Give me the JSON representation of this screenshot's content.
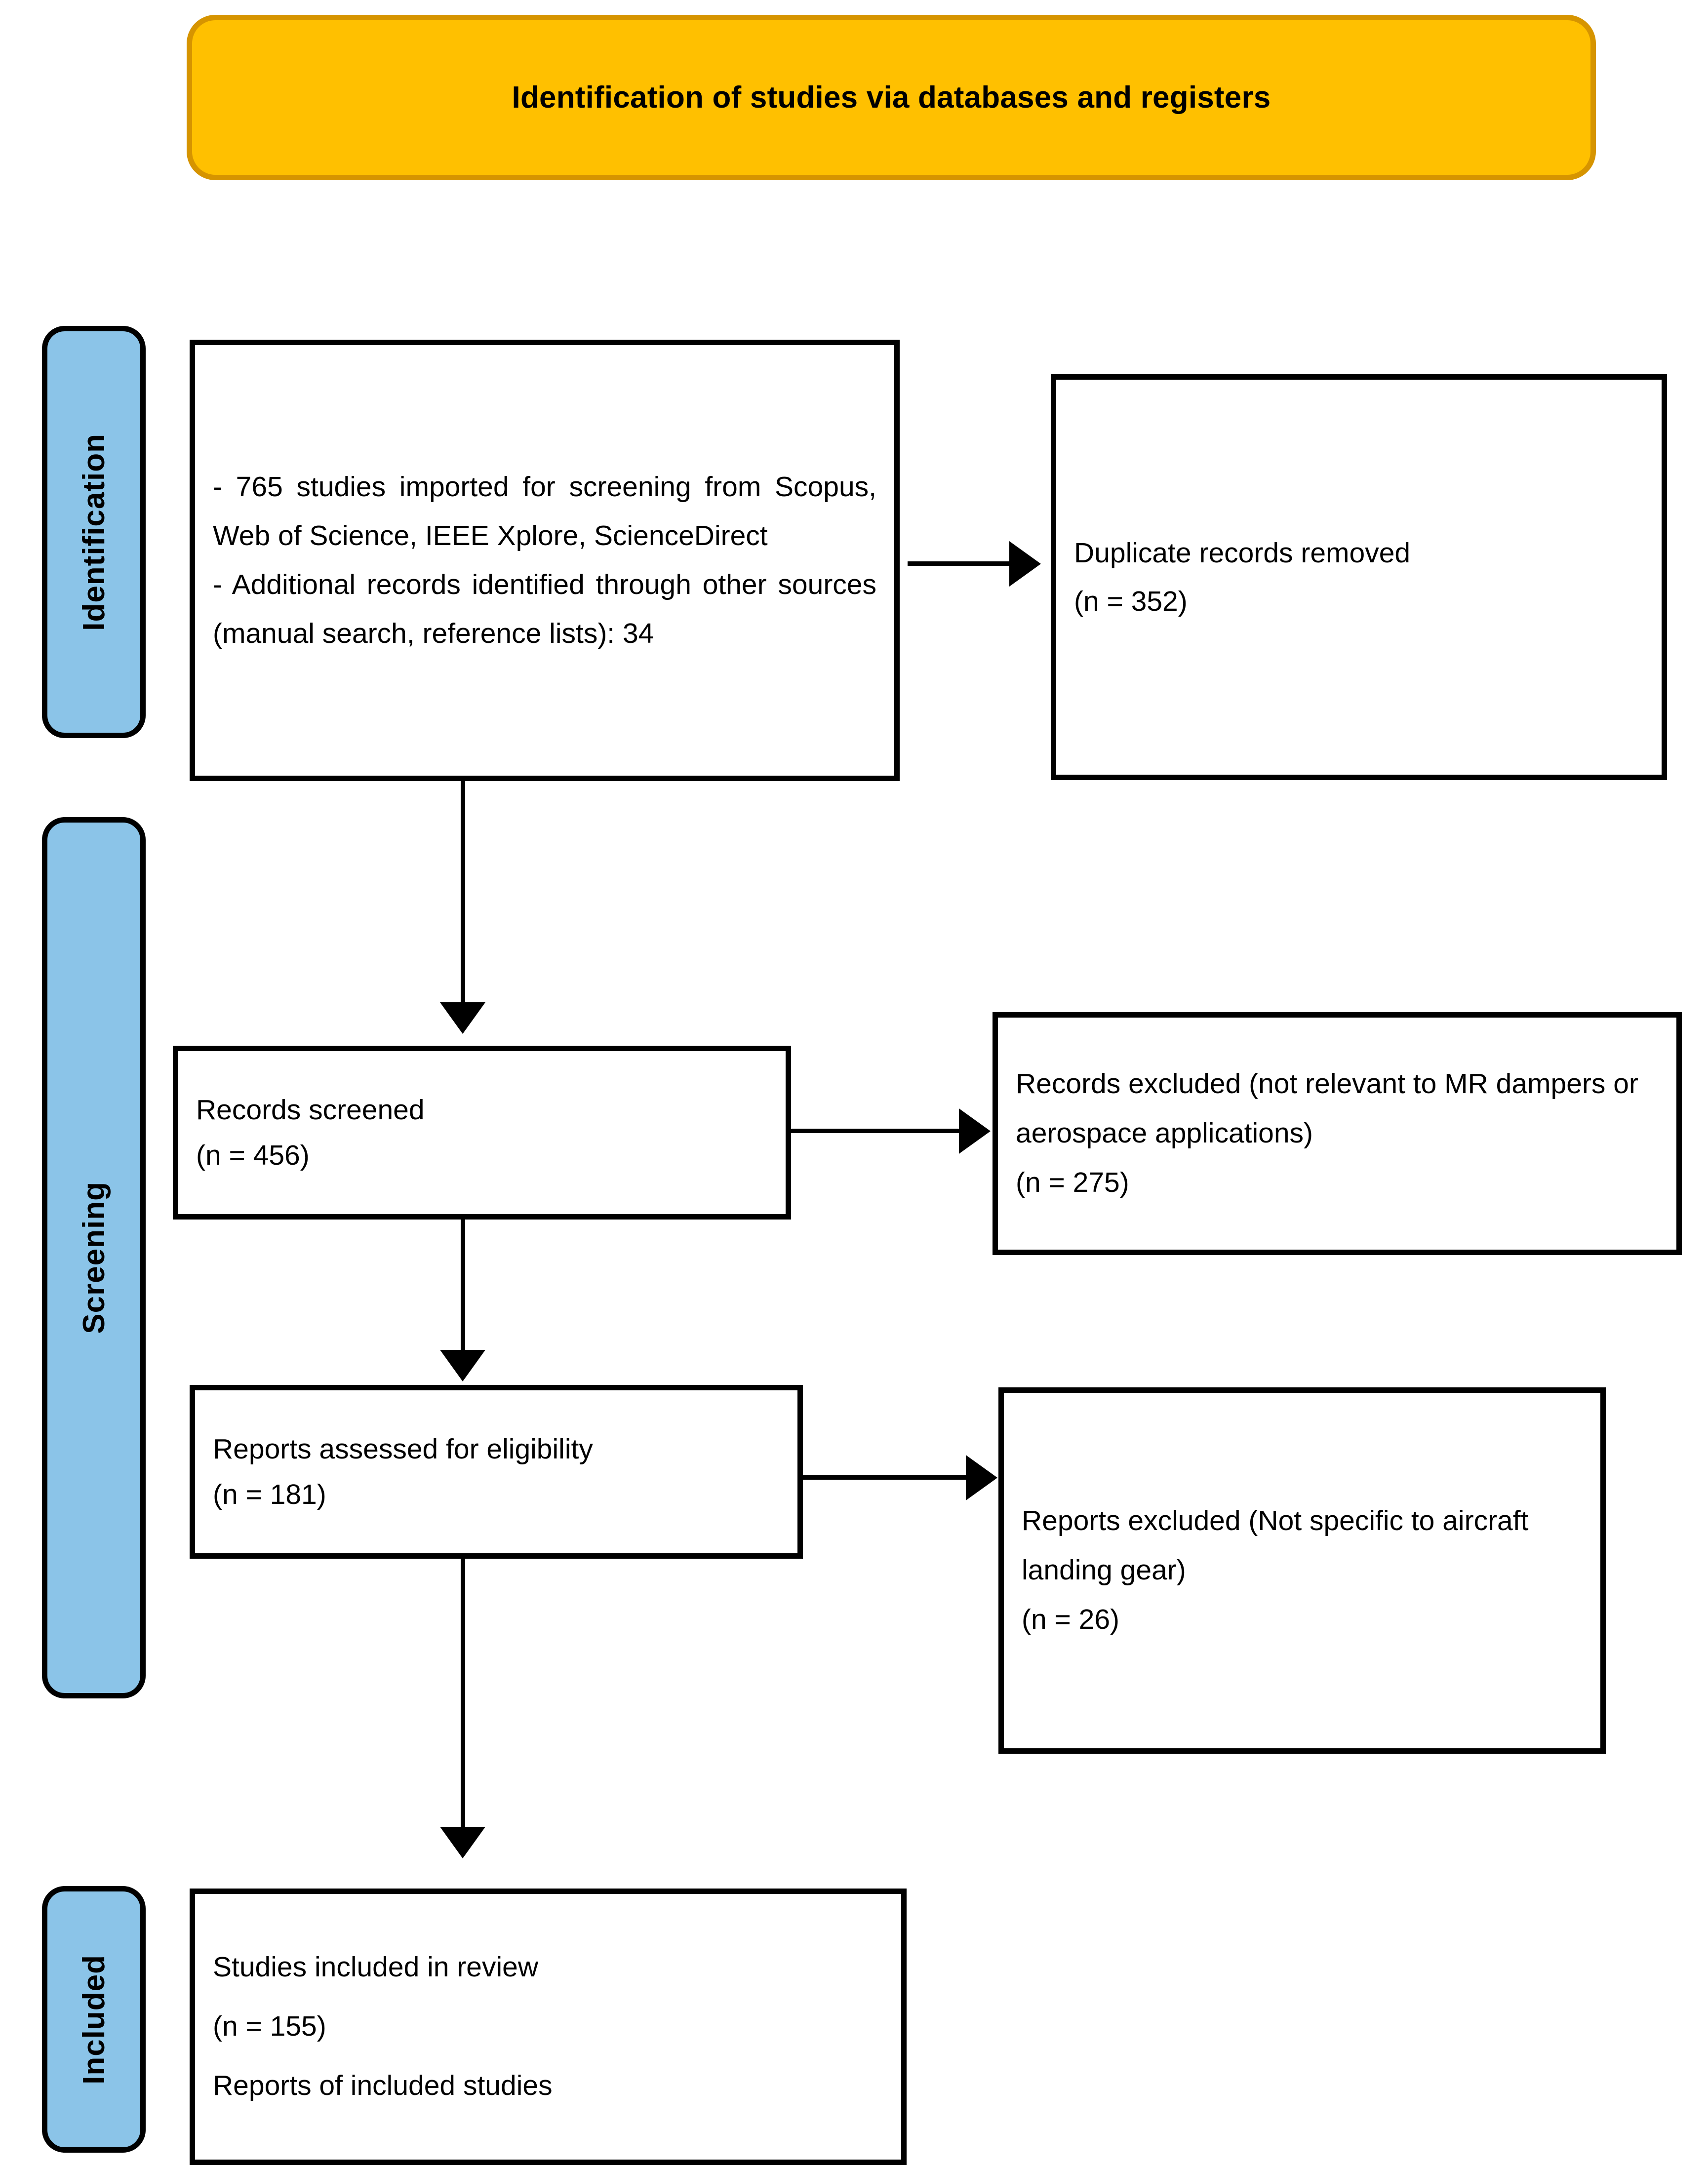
{
  "banner": {
    "title": "Identification of studies via databases and registers"
  },
  "stages": [
    {
      "id": "identification",
      "label": "Identification"
    },
    {
      "id": "screening",
      "label": "Screening"
    },
    {
      "id": "included",
      "label": "Included"
    }
  ],
  "boxes": {
    "identified": {
      "line1": "- 765 studies imported for screening from Scopus, Web of Science, IEEE Xplore, ScienceDirect",
      "line2": "- Additional records identified through other sources (manual search, reference lists): 34"
    },
    "duplicates": {
      "line1": "Duplicate records removed",
      "line2": "(n = 352)"
    },
    "records_screened": {
      "line1": "Records screened",
      "line2": "(n = 456)"
    },
    "records_excluded": {
      "line1": "Records excluded (not relevant to MR dampers or aerospace applications)",
      "line2": "(n = 275)"
    },
    "reports_assessed": {
      "line1": "Reports assessed for eligibility",
      "line2": "(n = 181)"
    },
    "reports_excluded": {
      "line1": "Reports excluded (Not specific to aircraft landing gear)",
      "line2": "(n = 26)"
    },
    "included_studies": {
      "line1": "Studies included in review",
      "line2": "(n = 155)",
      "line3": "Reports of included studies"
    }
  },
  "counts": {
    "imported": 765,
    "additional": 34,
    "duplicates_removed": 352,
    "screened": 456,
    "records_excluded": 275,
    "assessed": 181,
    "reports_excluded": 26,
    "included": 155
  },
  "colors": {
    "banner_fill": "#FFC000",
    "banner_border": "#D69400",
    "stage_fill": "#8BC4E8",
    "box_border": "#000000",
    "box_fill": "#FFFFFF"
  }
}
